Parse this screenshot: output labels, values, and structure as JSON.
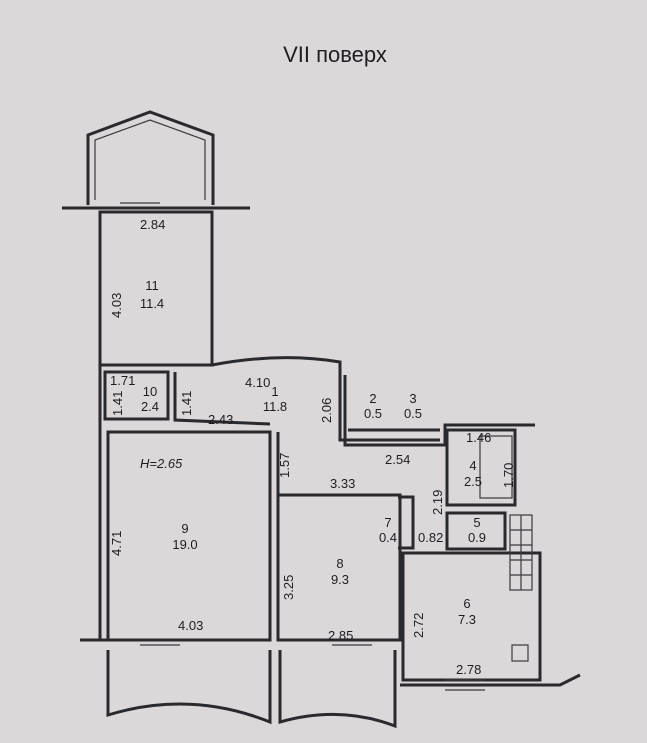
{
  "title": "VII поверх",
  "ceiling_height": "H=2.65",
  "rooms": [
    {
      "no": "1",
      "area": "11.8"
    },
    {
      "no": "2",
      "area": "0.5"
    },
    {
      "no": "3",
      "area": "0.5"
    },
    {
      "no": "4",
      "area": "2.5"
    },
    {
      "no": "5",
      "area": "0.9"
    },
    {
      "no": "6",
      "area": "7.3"
    },
    {
      "no": "7",
      "area": "0.4"
    },
    {
      "no": "8",
      "area": "9.3"
    },
    {
      "no": "9",
      "area": "19.0"
    },
    {
      "no": "10",
      "area": "2.4"
    },
    {
      "no": "11",
      "area": "11.4"
    }
  ],
  "dimensions": {
    "r11_w": "2.84",
    "r11_h": "4.03",
    "r10_w": "1.71",
    "r10_h": "1.41",
    "r1_top": "4.10",
    "r1_left": "1.41",
    "r1_bottom": "2.43",
    "r1_right": "2.06",
    "r1_low": "1.57",
    "r23_w": "2.54",
    "r4_w": "1.46",
    "r4_h": "1.70",
    "r4_side": "2.19",
    "r7_w": "0.82",
    "r8_top": "3.33",
    "r8_left": "3.25",
    "r8_bottom": "2.85",
    "r9_left": "4.71",
    "r9_bottom": "4.03",
    "r6_left": "2.72",
    "r6_bottom": "2.78"
  }
}
